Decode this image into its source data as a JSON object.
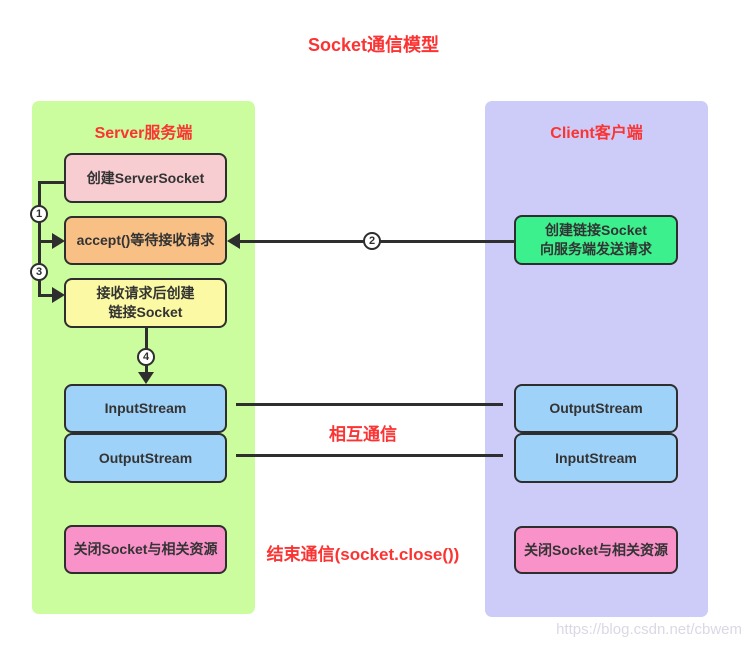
{
  "title": "Socket通信模型",
  "server": {
    "header": "Server服务端",
    "boxes": {
      "create_server_socket": "创建ServerSocket",
      "accept": "accept()等待接收请求",
      "create_link_socket": "接收请求后创建\n链接Socket",
      "input_stream": "InputStream",
      "output_stream": "OutputStream",
      "close": "关闭Socket与相关资源"
    }
  },
  "client": {
    "header": "Client客户端",
    "boxes": {
      "create_socket": "创建链接Socket\n向服务端发送请求",
      "output_stream": "OutputStream",
      "input_stream": "InputStream",
      "close": "关闭Socket与相关资源"
    }
  },
  "steps": {
    "s1": "1",
    "s2": "2",
    "s3": "3",
    "s4": "4"
  },
  "annotations": {
    "mutual_communication": "相互通信",
    "end_communication": "结束通信(socket.close())"
  },
  "watermark": "https://blog.csdn.net/cbwem",
  "colors": {
    "accent_red": "#fb3333",
    "server_panel_green": "#cbfc9d",
    "client_panel_purple": "#cdccf8",
    "box_pink": "#f8cdd2",
    "box_orange": "#f9c086",
    "box_yellow": "#fbf9a3",
    "box_blue": "#9fd2f8",
    "box_green": "#3cf08e",
    "box_hotpink": "#fa92ca",
    "line_dark": "#2e2e2e"
  }
}
